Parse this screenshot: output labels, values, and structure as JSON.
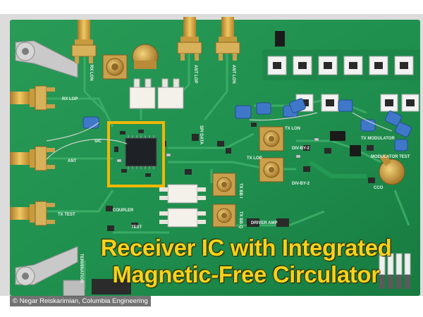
{
  "caption": {
    "line1": "Receiver IC with Integrated",
    "line2": "Magnetic-Free Circulator"
  },
  "credit": "© Negar Reiskarimian, Columbia Engineering",
  "silkscreen": {
    "rx_lop": "RX LOP",
    "ant": "ANT",
    "sic": "SIC",
    "tx_test": "TX TEST",
    "coupler": "COUPLER",
    "test": "TEST",
    "tx_lon": "TX LON",
    "tx_lop": "TX LOP",
    "tx_modulator": "TX MODULATOR",
    "modulator_test": "MODULATOR TEST",
    "driver_amp": "DRIVER AMP",
    "div_by_2_a": "DIV-BY-2",
    "div_by_2_b": "DIV-BY-2",
    "spi_data": "SPI DATA",
    "rx_lon": "RX LON",
    "ant_lop": "ANT LOP",
    "ant_lon": "ANT LON",
    "tx_bb_i": "TX BB I",
    "tx_bb_q": "TX BB Q",
    "cco": "CCO",
    "termination": "TERMINATION"
  },
  "colors": {
    "board_green": "#1f8f4e",
    "highlight_box": "#f2b705",
    "caption_yellow": "#f6d21b",
    "gold": "#d9a93a"
  }
}
